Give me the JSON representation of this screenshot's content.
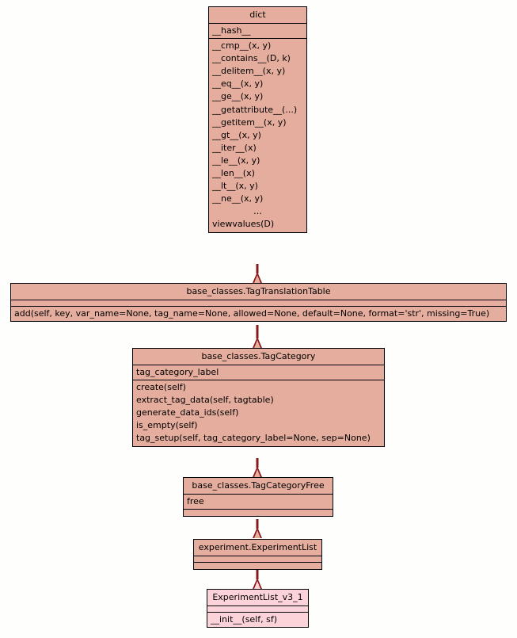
{
  "diagram": {
    "type": "uml-class-inheritance",
    "background_color": "#fefefc",
    "class_fill_color": "#e5ad9d",
    "highlight_fill_color": "#fdd3da",
    "border_color": "#000000",
    "arrow_color": "#8b1a1a"
  },
  "classes": [
    {
      "id": "dict",
      "name": "dict",
      "attributes": [
        "__hash__"
      ],
      "methods": [
        "__cmp__(x, y)",
        "__contains__(D, k)",
        "__delitem__(x, y)",
        "__eq__(x, y)",
        "__ge__(x, y)",
        "__getattribute__(...)",
        "__getitem__(x, y)",
        "__gt__(x, y)",
        "__iter__(x)",
        "__le__(x, y)",
        "__len__(x)",
        "__lt__(x, y)",
        "__ne__(x, y)",
        "…",
        "viewvalues(D)"
      ]
    },
    {
      "id": "tagtranslationtable",
      "name": "base_classes.TagTranslationTable",
      "attributes": [],
      "methods": [
        "add(self, key, var_name=None, tag_name=None, allowed=None, default=None, format='str', missing=True)"
      ]
    },
    {
      "id": "tagcategory",
      "name": "base_classes.TagCategory",
      "attributes": [
        "tag_category_label"
      ],
      "methods": [
        "create(self)",
        "extract_tag_data(self, tagtable)",
        "generate_data_ids(self)",
        "is_empty(self)",
        "tag_setup(self, tag_category_label=None, sep=None)"
      ]
    },
    {
      "id": "tagcategoryfree",
      "name": "base_classes.TagCategoryFree",
      "attributes": [
        "free"
      ],
      "methods": []
    },
    {
      "id": "experimentlist",
      "name": "experiment.ExperimentList",
      "attributes": [],
      "methods": []
    },
    {
      "id": "experimentlist_v3_1",
      "name": "ExperimentList_v3_1",
      "attributes": [],
      "methods": [
        "__init__(self, sf)"
      ]
    }
  ],
  "relationships": [
    {
      "from": "base_classes.TagTranslationTable",
      "to": "dict",
      "kind": "generalization"
    },
    {
      "from": "base_classes.TagCategory",
      "to": "base_classes.TagTranslationTable",
      "kind": "generalization"
    },
    {
      "from": "base_classes.TagCategoryFree",
      "to": "base_classes.TagCategory",
      "kind": "generalization"
    },
    {
      "from": "experiment.ExperimentList",
      "to": "base_classes.TagCategoryFree",
      "kind": "generalization"
    },
    {
      "from": "ExperimentList_v3_1",
      "to": "experiment.ExperimentList",
      "kind": "generalization"
    }
  ]
}
